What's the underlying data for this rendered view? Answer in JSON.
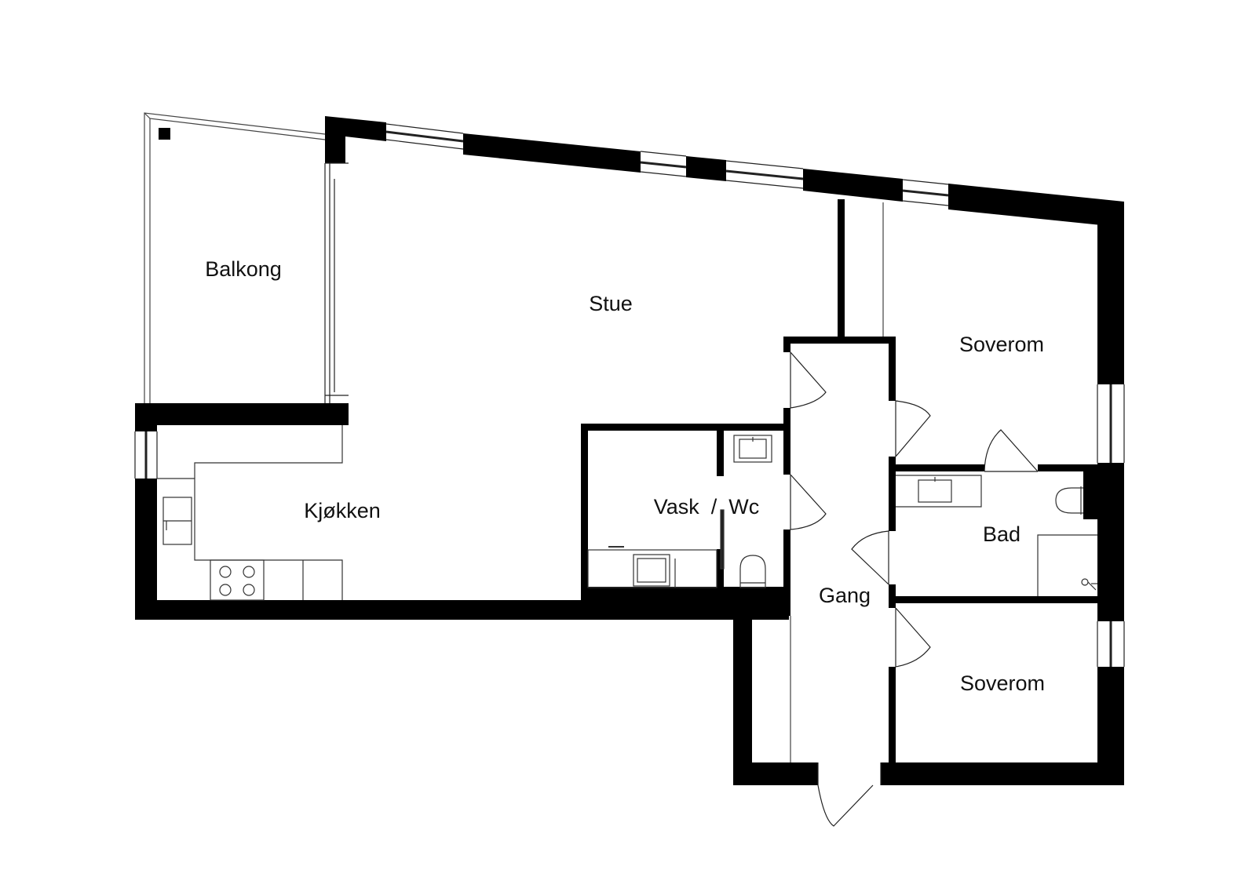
{
  "plan": {
    "wall_color": "#000000",
    "line_color": "#222222",
    "background": "#ffffff",
    "rooms": {
      "balkong": "Balkong",
      "stue": "Stue",
      "kjokken": "Kjøkken",
      "vask_wc": "Vask  /  Wc",
      "soverom_1": "Soverom",
      "bad": "Bad",
      "gang": "Gang",
      "soverom_2": "Soverom"
    }
  }
}
